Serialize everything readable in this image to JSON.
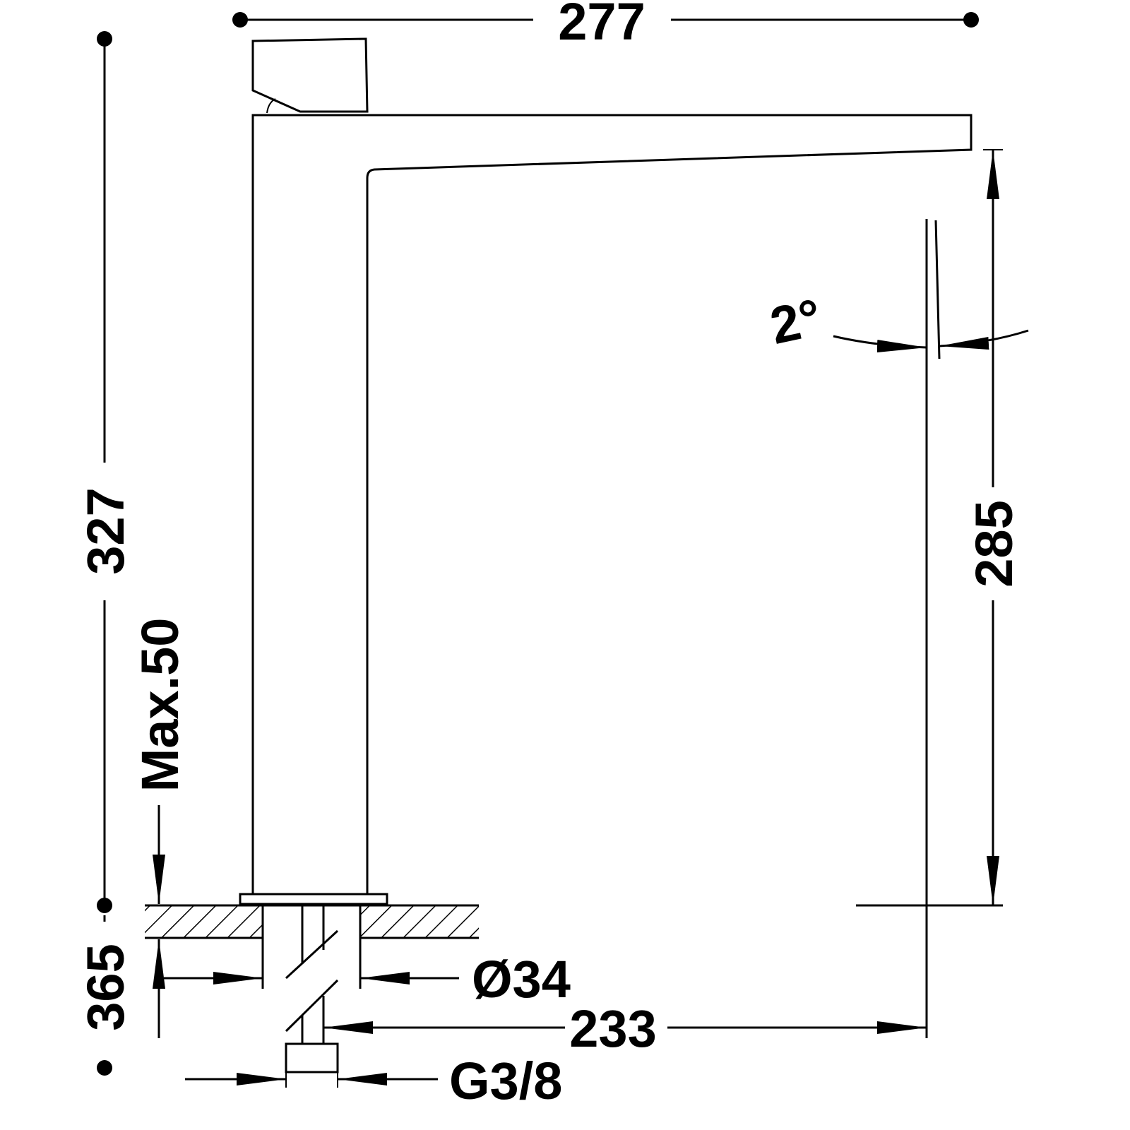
{
  "dimensions": {
    "overall_width": "277",
    "overall_height": "327",
    "spout_height": "285",
    "total_height": "365",
    "max_counter_thickness": "Max.50",
    "body_diameter": "Ø34",
    "reach": "233",
    "connection": "G3/8",
    "spout_angle": "2°"
  },
  "colors": {
    "line": "#000000",
    "background": "#ffffff"
  }
}
